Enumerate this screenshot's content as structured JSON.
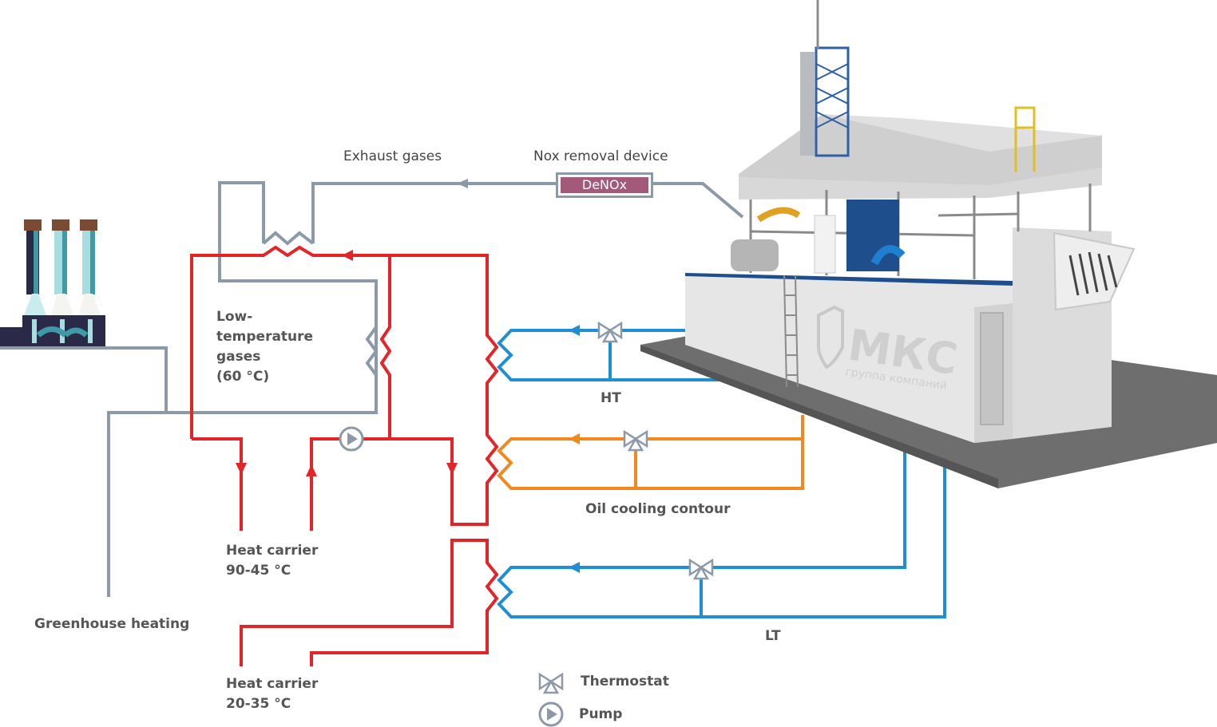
{
  "labels": {
    "exhaust_gases": "Exhaust gases",
    "nox_device": "Nox removal device",
    "denox": "DeNOx",
    "low_temp_gases": [
      "Low-",
      "temperature",
      "gases",
      "(60 °C)"
    ],
    "ht": "HT",
    "oil_cooling": "Oil cooling contour",
    "lt": "LT",
    "heat_carrier_1": [
      "Heat carrier",
      "90-45 °C"
    ],
    "heat_carrier_2": [
      "Heat carrier",
      "20-35 °C"
    ],
    "greenhouse": "Greenhouse heating",
    "brand": "МКС",
    "brand_sub": "группа компаний"
  },
  "legend": {
    "thermostat": "Thermostat",
    "pump": "Pump"
  },
  "colors": {
    "exhaust": "#8c99a8",
    "hot": "#e32428",
    "ht_loop": "#1e8fd6",
    "oil": "#f08a1e",
    "denox_fill": "#a35a7a"
  }
}
